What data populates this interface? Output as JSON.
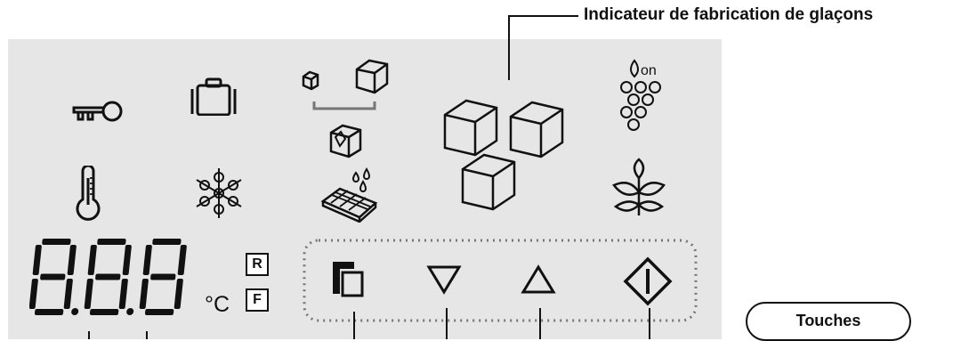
{
  "callout": {
    "label": "Indicateur de fabrication de glaçons"
  },
  "keys_label": "Touches",
  "display": {
    "digits": "8.8.8",
    "unit": "°C"
  },
  "modes": {
    "r": "R",
    "f": "F"
  },
  "icons": [
    "key-icon",
    "suitcase-icon",
    "ice-cube-size-icon",
    "ice-maker-indicator-icon",
    "wine-grapes-icon",
    "thermometer-icon",
    "snowflake-icon",
    "ice-crystal-icon",
    "ice-tray-icon",
    "plant-icon",
    "select-key-icon",
    "down-key-icon",
    "up-key-icon",
    "power-key-icon"
  ]
}
